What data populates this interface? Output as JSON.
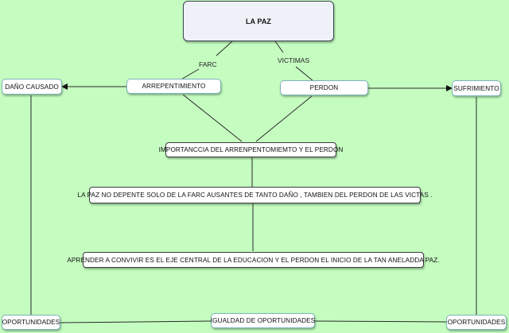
{
  "diagram": {
    "title": "LA PAZ",
    "link_labels": {
      "farc": "FARC",
      "victimas": "VICTIMAS"
    },
    "nodes": {
      "arrepentimiento": "ARREPENTIMIENTO",
      "perdon": "PERDON",
      "dano_causado": "DAÑO CAUSADO",
      "sufrimiento": "SUFRIMIENTO",
      "importancia": "IMPORTANCCIA DEL ARRENPENTOMIEMTO Y EL PERDON",
      "la_paz_no_depende": "LA PAZ NO DEPENTE  SOLO DE LA FARC AUSANTES DE TANTO DAÑO , TAMBIEN DEL PERDON DE LAS VICTAS .",
      "aprender": "APRENDER A CONVIVIR ES EL EJE CENTRAL DE LA EDUCACION Y EL PERDON EL INICIO DE LA TAN ANELADDA PAZ.",
      "oportunidades_left": "OPORTUNIDADES",
      "igualdad": "IGUALDAD DE OPORTUNIDADES",
      "oportunidades_right": "OPORTUNIDADES"
    }
  }
}
